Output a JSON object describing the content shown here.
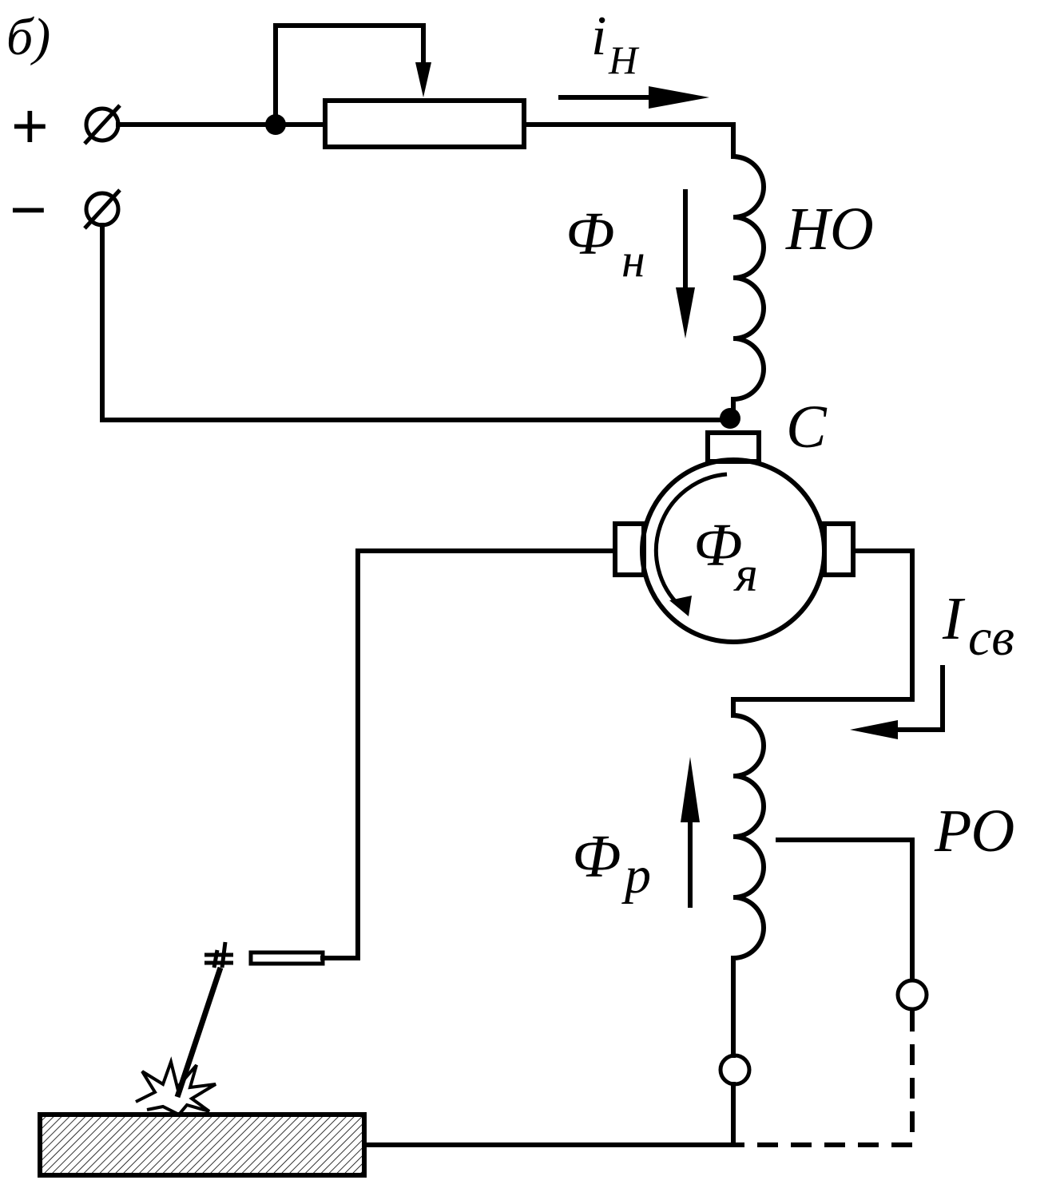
{
  "figure_label": "б)",
  "terminals": {
    "plus": "+",
    "minus": "−"
  },
  "labels": {
    "i_main": "i",
    "i_sub": "Н",
    "phi_n_main": "Ф",
    "phi_n_sub": "н",
    "winding_no": "НО",
    "node_c": "С",
    "phi_ya_main": "Ф",
    "phi_ya_sub": "я",
    "i_sv_main": "I",
    "i_sv_sub": "св",
    "phi_r_main": "Ф",
    "phi_r_sub": "р",
    "winding_ro": "РО"
  },
  "colors": {
    "ink": "#000000",
    "background": "#ffffff"
  }
}
